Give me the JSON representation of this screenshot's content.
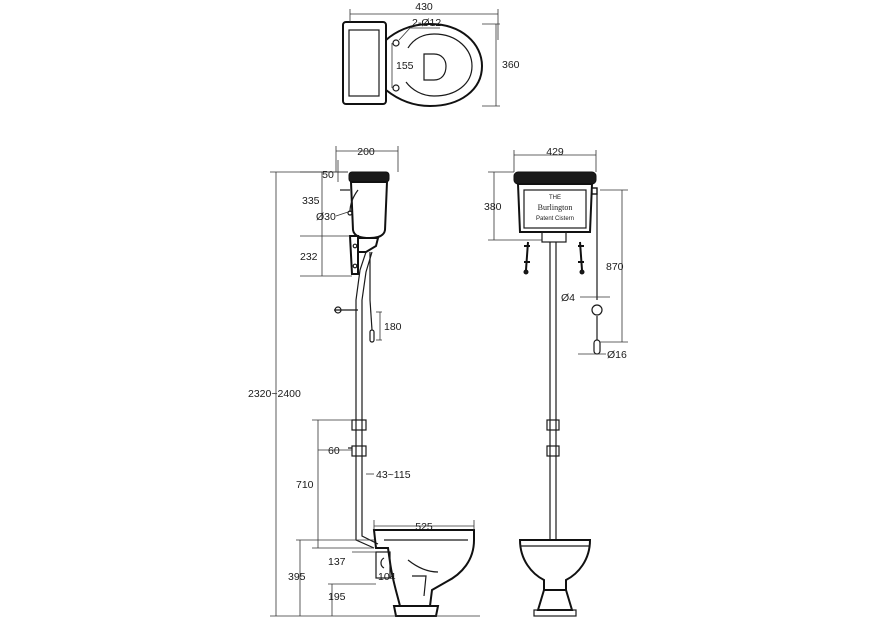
{
  "dimensions": {
    "top_width": "430",
    "bolt_holes": "2-Ø12",
    "top_depth": "360",
    "bolt_spacing": "155",
    "cistern_depth": "200",
    "cistern_top": "50",
    "cistern_height_side": "335",
    "inlet_dia": "Ø30",
    "bracket_height": "232",
    "overall_height": "2320~2400",
    "chain_drop": "180",
    "pan_connector": "60",
    "connector_range": "43~115",
    "connector_height": "710",
    "pan_length": "525",
    "pan_offset": "137",
    "outlet_height": "104",
    "pan_height": "395",
    "outlet_floor": "195",
    "cistern_width": "429",
    "cistern_height_front": "380",
    "pull_length": "870",
    "chain_dia": "Ø4",
    "handle_dia": "Ø16"
  },
  "cistern_label": {
    "small": "THE",
    "brand": "Burlington",
    "tagline": "Patent Cistern"
  }
}
